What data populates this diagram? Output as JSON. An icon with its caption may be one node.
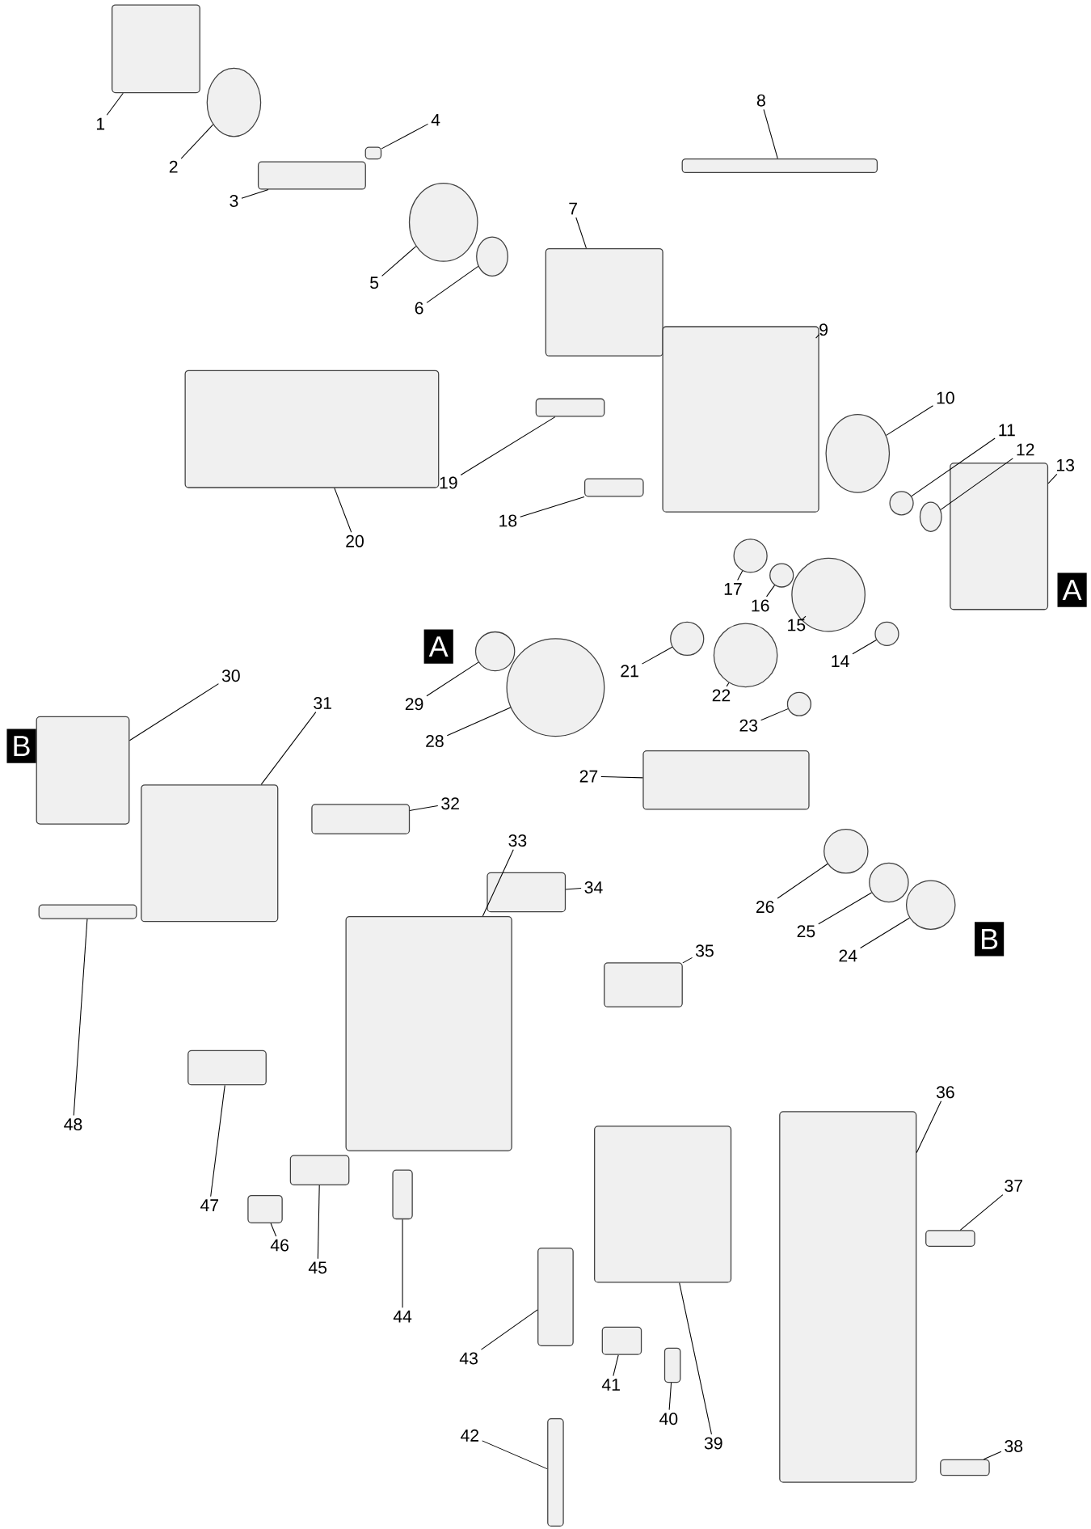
{
  "diagram": {
    "nodes": [
      {
        "text": [
          "1"
        ]
      },
      {
        "text": [
          "2"
        ]
      },
      {
        "text": [
          "3"
        ]
      },
      {
        "text": [
          "4"
        ]
      },
      {
        "text": [
          "5"
        ]
      },
      {
        "text": [
          "6"
        ]
      },
      {
        "text": [
          "7"
        ]
      },
      {
        "text": [
          "8"
        ]
      },
      {
        "text": [
          "9"
        ]
      },
      {
        "text": [
          "10"
        ]
      },
      {
        "text": [
          "11"
        ]
      },
      {
        "text": [
          "12"
        ]
      },
      {
        "text": [
          "13"
        ]
      },
      {
        "text": [
          "14"
        ]
      },
      {
        "text": [
          "15"
        ]
      },
      {
        "text": [
          "16"
        ]
      },
      {
        "text": [
          "17"
        ]
      },
      {
        "text": [
          "18"
        ]
      },
      {
        "text": [
          "19"
        ]
      },
      {
        "text": [
          "20"
        ]
      },
      {
        "text": [
          "21"
        ]
      },
      {
        "text": [
          "22"
        ]
      },
      {
        "text": [
          "23"
        ]
      },
      {
        "text": [
          "24"
        ]
      },
      {
        "text": [
          "25"
        ]
      },
      {
        "text": [
          "26"
        ]
      },
      {
        "text": [
          "27"
        ]
      },
      {
        "text": [
          "28"
        ]
      },
      {
        "text": [
          "29"
        ]
      },
      {
        "text": [
          "30"
        ]
      },
      {
        "text": [
          "31"
        ]
      },
      {
        "text": [
          "32"
        ]
      },
      {
        "text": [
          "33"
        ]
      },
      {
        "text": [
          "34"
        ]
      },
      {
        "text": [
          "35"
        ]
      },
      {
        "text": [
          "36"
        ]
      },
      {
        "text": [
          "37"
        ]
      },
      {
        "text": [
          "38"
        ]
      },
      {
        "text": [
          "39"
        ]
      },
      {
        "text": [
          "40"
        ]
      },
      {
        "text": [
          "41"
        ]
      },
      {
        "text": [
          "42"
        ]
      },
      {
        "text": [
          "43"
        ]
      },
      {
        "text": [
          "44"
        ]
      },
      {
        "text": [
          "45"
        ]
      },
      {
        "text": [
          "46"
        ]
      },
      {
        "text": [
          "47"
        ]
      },
      {
        "text": [
          "48"
        ]
      },
      {
        "text": [],
        "shape": "box"
      },
      {
        "text": [],
        "shape": "circle"
      },
      {
        "text": [],
        "shape": "box"
      },
      {
        "text": [],
        "shape": "box"
      },
      {
        "text": [],
        "shape": "circle"
      },
      {
        "text": [],
        "shape": "circle"
      },
      {
        "text": [],
        "shape": "box"
      },
      {
        "text": [],
        "shape": "box"
      },
      {
        "text": [],
        "shape": "box"
      },
      {
        "text": [],
        "shape": "circle"
      },
      {
        "text": [],
        "shape": "circle"
      },
      {
        "text": [],
        "shape": "circle"
      },
      {
        "text": [],
        "shape": "box"
      },
      {
        "text": [],
        "shape": "circle"
      },
      {
        "text": [],
        "shape": "circle"
      },
      {
        "text": [],
        "shape": "circle"
      },
      {
        "text": [],
        "shape": "circle"
      },
      {
        "text": [],
        "shape": "box"
      },
      {
        "text": [],
        "shape": "box"
      },
      {
        "text": [],
        "shape": "box"
      },
      {
        "text": [],
        "shape": "circle"
      },
      {
        "text": [],
        "shape": "circle"
      },
      {
        "text": [],
        "shape": "circle"
      },
      {
        "text": [],
        "shape": "circle"
      },
      {
        "text": [],
        "shape": "circle"
      },
      {
        "text": [],
        "shape": "circle"
      },
      {
        "text": [],
        "shape": "box"
      },
      {
        "text": [],
        "shape": "circle"
      },
      {
        "text": [],
        "shape": "circle"
      },
      {
        "text": [],
        "shape": "box"
      },
      {
        "text": [],
        "shape": "box"
      },
      {
        "text": [],
        "shape": "box"
      },
      {
        "text": [],
        "shape": "box"
      },
      {
        "text": [],
        "shape": "box"
      },
      {
        "text": [],
        "shape": "box"
      },
      {
        "text": [],
        "shape": "box"
      },
      {
        "text": [],
        "shape": "box"
      },
      {
        "text": [],
        "shape": "box"
      },
      {
        "text": [],
        "shape": "box"
      },
      {
        "text": [],
        "shape": "box"
      },
      {
        "text": [],
        "shape": "box"
      },
      {
        "text": [],
        "shape": "box"
      },
      {
        "text": [],
        "shape": "box"
      },
      {
        "text": [],
        "shape": "box"
      },
      {
        "text": [],
        "shape": "box"
      },
      {
        "text": [],
        "shape": "box"
      },
      {
        "text": [],
        "shape": "box"
      },
      {
        "text": [],
        "shape": "box"
      }
    ],
    "edges": [
      {
        "from": 0,
        "to": 48,
        "arrow": "none"
      },
      {
        "from": 1,
        "to": 49,
        "arrow": "none"
      },
      {
        "from": 2,
        "to": 50,
        "arrow": "none"
      },
      {
        "from": 3,
        "to": 51,
        "arrow": "none"
      },
      {
        "from": 4,
        "to": 52,
        "arrow": "none"
      },
      {
        "from": 5,
        "to": 53,
        "arrow": "none"
      },
      {
        "from": 6,
        "to": 54,
        "arrow": "none"
      },
      {
        "from": 7,
        "to": 55,
        "arrow": "none"
      },
      {
        "from": 8,
        "to": 56,
        "arrow": "none"
      },
      {
        "from": 9,
        "to": 57,
        "arrow": "none"
      },
      {
        "from": 10,
        "to": 58,
        "arrow": "none"
      },
      {
        "from": 11,
        "to": 59,
        "arrow": "none"
      },
      {
        "from": 12,
        "to": 60,
        "arrow": "none"
      },
      {
        "from": 13,
        "to": 61,
        "arrow": "none"
      },
      {
        "from": 14,
        "to": 62,
        "arrow": "none"
      },
      {
        "from": 15,
        "to": 63,
        "arrow": "none"
      },
      {
        "from": 16,
        "to": 64,
        "arrow": "none"
      },
      {
        "from": 17,
        "to": 65,
        "arrow": "none"
      },
      {
        "from": 18,
        "to": 66,
        "arrow": "none"
      },
      {
        "from": 19,
        "to": 67,
        "arrow": "none"
      },
      {
        "from": 20,
        "to": 68,
        "arrow": "none"
      },
      {
        "from": 21,
        "to": 69,
        "arrow": "none"
      },
      {
        "from": 22,
        "to": 70,
        "arrow": "none"
      },
      {
        "from": 23,
        "to": 71,
        "arrow": "none"
      },
      {
        "from": 24,
        "to": 72,
        "arrow": "none"
      },
      {
        "from": 25,
        "to": 73,
        "arrow": "none"
      },
      {
        "from": 26,
        "to": 74,
        "arrow": "none"
      },
      {
        "from": 27,
        "to": 75,
        "arrow": "none"
      },
      {
        "from": 28,
        "to": 76,
        "arrow": "none"
      },
      {
        "from": 29,
        "to": 77,
        "arrow": "none"
      },
      {
        "from": 30,
        "to": 78,
        "arrow": "none"
      },
      {
        "from": 31,
        "to": 79,
        "arrow": "none"
      },
      {
        "from": 32,
        "to": 80,
        "arrow": "none"
      },
      {
        "from": 33,
        "to": 81,
        "arrow": "none"
      },
      {
        "from": 34,
        "to": 82,
        "arrow": "none"
      },
      {
        "from": 35,
        "to": 83,
        "arrow": "none"
      },
      {
        "from": 36,
        "to": 84,
        "arrow": "none"
      },
      {
        "from": 37,
        "to": 85,
        "arrow": "none"
      },
      {
        "from": 38,
        "to": 86,
        "arrow": "none"
      },
      {
        "from": 39,
        "to": 87,
        "arrow": "none"
      },
      {
        "from": 40,
        "to": 88,
        "arrow": "none"
      },
      {
        "from": 41,
        "to": 89,
        "arrow": "none"
      },
      {
        "from": 42,
        "to": 90,
        "arrow": "none"
      },
      {
        "from": 43,
        "to": 91,
        "arrow": "none"
      },
      {
        "from": 44,
        "to": 92,
        "arrow": "none"
      },
      {
        "from": 45,
        "to": 93,
        "arrow": "none"
      },
      {
        "from": 46,
        "to": 94,
        "arrow": "none"
      },
      {
        "from": 47,
        "to": 95,
        "arrow": "none"
      }
    ],
    "labels": [
      "A",
      "A",
      "B",
      "B"
    ]
  }
}
